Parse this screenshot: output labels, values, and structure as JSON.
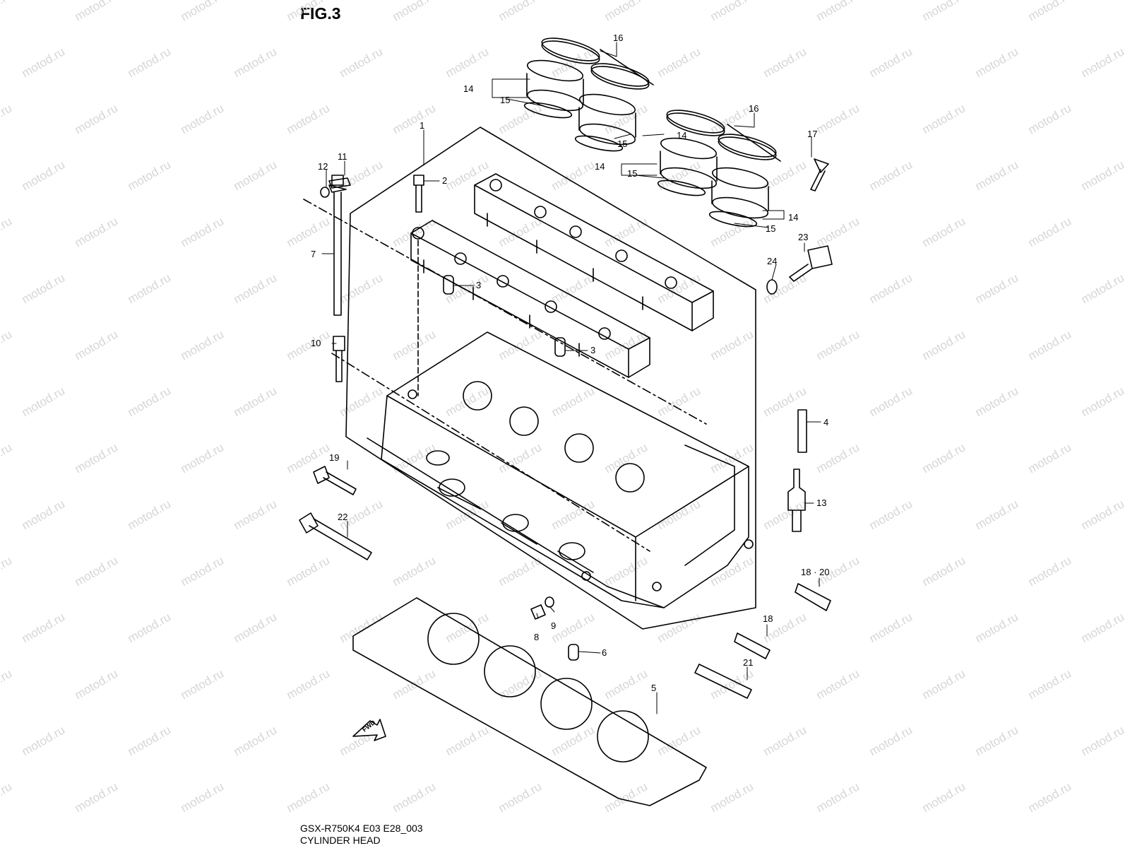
{
  "figure_title": "FIG.3",
  "watermark_text": "motod.ru",
  "fwd_label": "FWD",
  "caption": {
    "model_code": "GSX-R750K4 E03 E28_003",
    "assembly_name": "CYLINDER HEAD"
  },
  "callouts": [
    "16",
    "14",
    "15",
    "15",
    "14",
    "16",
    "17",
    "1",
    "11",
    "12",
    "2",
    "14",
    "15",
    "14",
    "15",
    "23",
    "7",
    "24",
    "3",
    "3",
    "10",
    "4",
    "19",
    "13",
    "22",
    "18 · 20",
    "9",
    "8",
    "18",
    "6",
    "21",
    "5"
  ],
  "colors": {
    "line": "#000000",
    "watermark": "#d6d6d6",
    "background": "#ffffff"
  }
}
